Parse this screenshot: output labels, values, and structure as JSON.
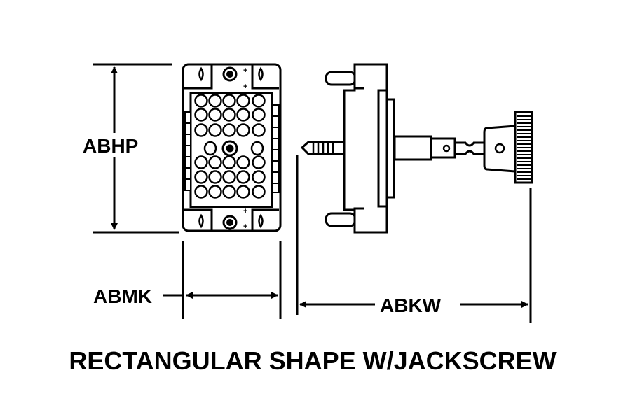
{
  "diagram": {
    "title": "RECTANGULAR SHAPE W/JACKSCREW",
    "dimensions": {
      "height": "ABHP",
      "width": "ABMK",
      "length": "ABKW"
    },
    "colors": {
      "ink": "#000000",
      "background": "#ffffff"
    }
  }
}
